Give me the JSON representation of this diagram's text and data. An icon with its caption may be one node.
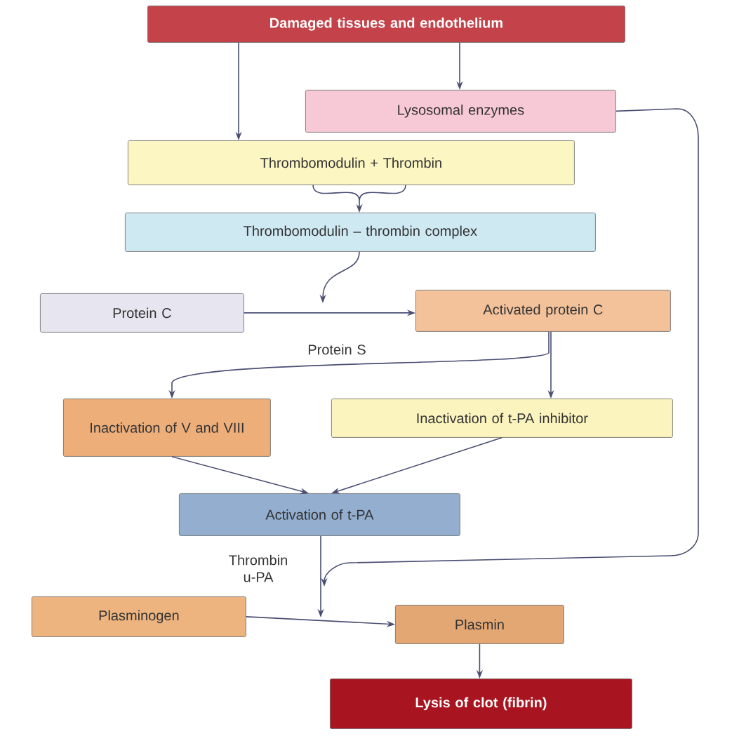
{
  "diagram": {
    "nodes": [
      {
        "text": [
          "Damaged tissues and endothelium"
        ]
      },
      {
        "text": [
          "Lysosomal enzymes"
        ]
      },
      {
        "text": [
          "Thrombomodulin + Thrombin"
        ]
      },
      {
        "text": [
          "Thrombomodulin – thrombin complex"
        ]
      },
      {
        "text": [
          "Protein C"
        ]
      },
      {
        "text": [
          "Activated protein C"
        ]
      },
      {
        "text": [
          "Inactivation of V and VIII"
        ]
      },
      {
        "text": [
          "Inactivation of t-PA inhibitor"
        ]
      },
      {
        "text": [
          "Activation of t-PA"
        ]
      },
      {
        "text": [
          "Plasminogen"
        ]
      },
      {
        "text": [
          "Plasmin"
        ]
      },
      {
        "text": [
          "Lysis of clot (fibrin)"
        ]
      }
    ],
    "edges": [
      {
        "from": 0,
        "to": 2,
        "arrow": "to"
      },
      {
        "from": 0,
        "to": 1,
        "arrow": "to"
      },
      {
        "from": 2,
        "to": 3,
        "arrow": "to"
      },
      {
        "from": 3,
        "to": null,
        "arrow": "to"
      },
      {
        "from": 4,
        "to": 5,
        "arrow": "to"
      },
      {
        "from": 5,
        "to": 6,
        "arrow": "to",
        "label": "Protein S"
      },
      {
        "from": 5,
        "to": 7,
        "arrow": "to"
      },
      {
        "from": 6,
        "to": 8,
        "arrow": "to"
      },
      {
        "from": 7,
        "to": 8,
        "arrow": "to"
      },
      {
        "from": 8,
        "to": null,
        "arrow": "to",
        "label": "Thrombin u-PA"
      },
      {
        "from": 1,
        "to": null,
        "arrow": "to"
      },
      {
        "from": 9,
        "to": 10,
        "arrow": "to"
      },
      {
        "from": 10,
        "to": 11,
        "arrow": "to"
      }
    ]
  }
}
